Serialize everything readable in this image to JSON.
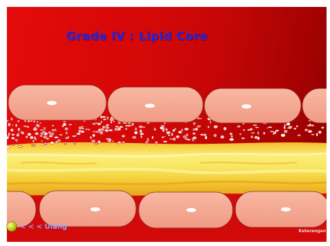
{
  "slide": {
    "title": "Grade IV : Lipid Core"
  },
  "navigation": {
    "back_label": "< < < Ulang",
    "info_label": "Keterangan"
  },
  "colors": {
    "background_red": "#d50808",
    "title_blue": "#2424d9",
    "cell_pink": "#f4a48e",
    "lipid_yellow": "#f7e86a",
    "nav_blue": "#8ea7ff",
    "button_yellow": "#c8cf1a"
  },
  "icons": {
    "back_button": "yellow-sphere-icon"
  }
}
